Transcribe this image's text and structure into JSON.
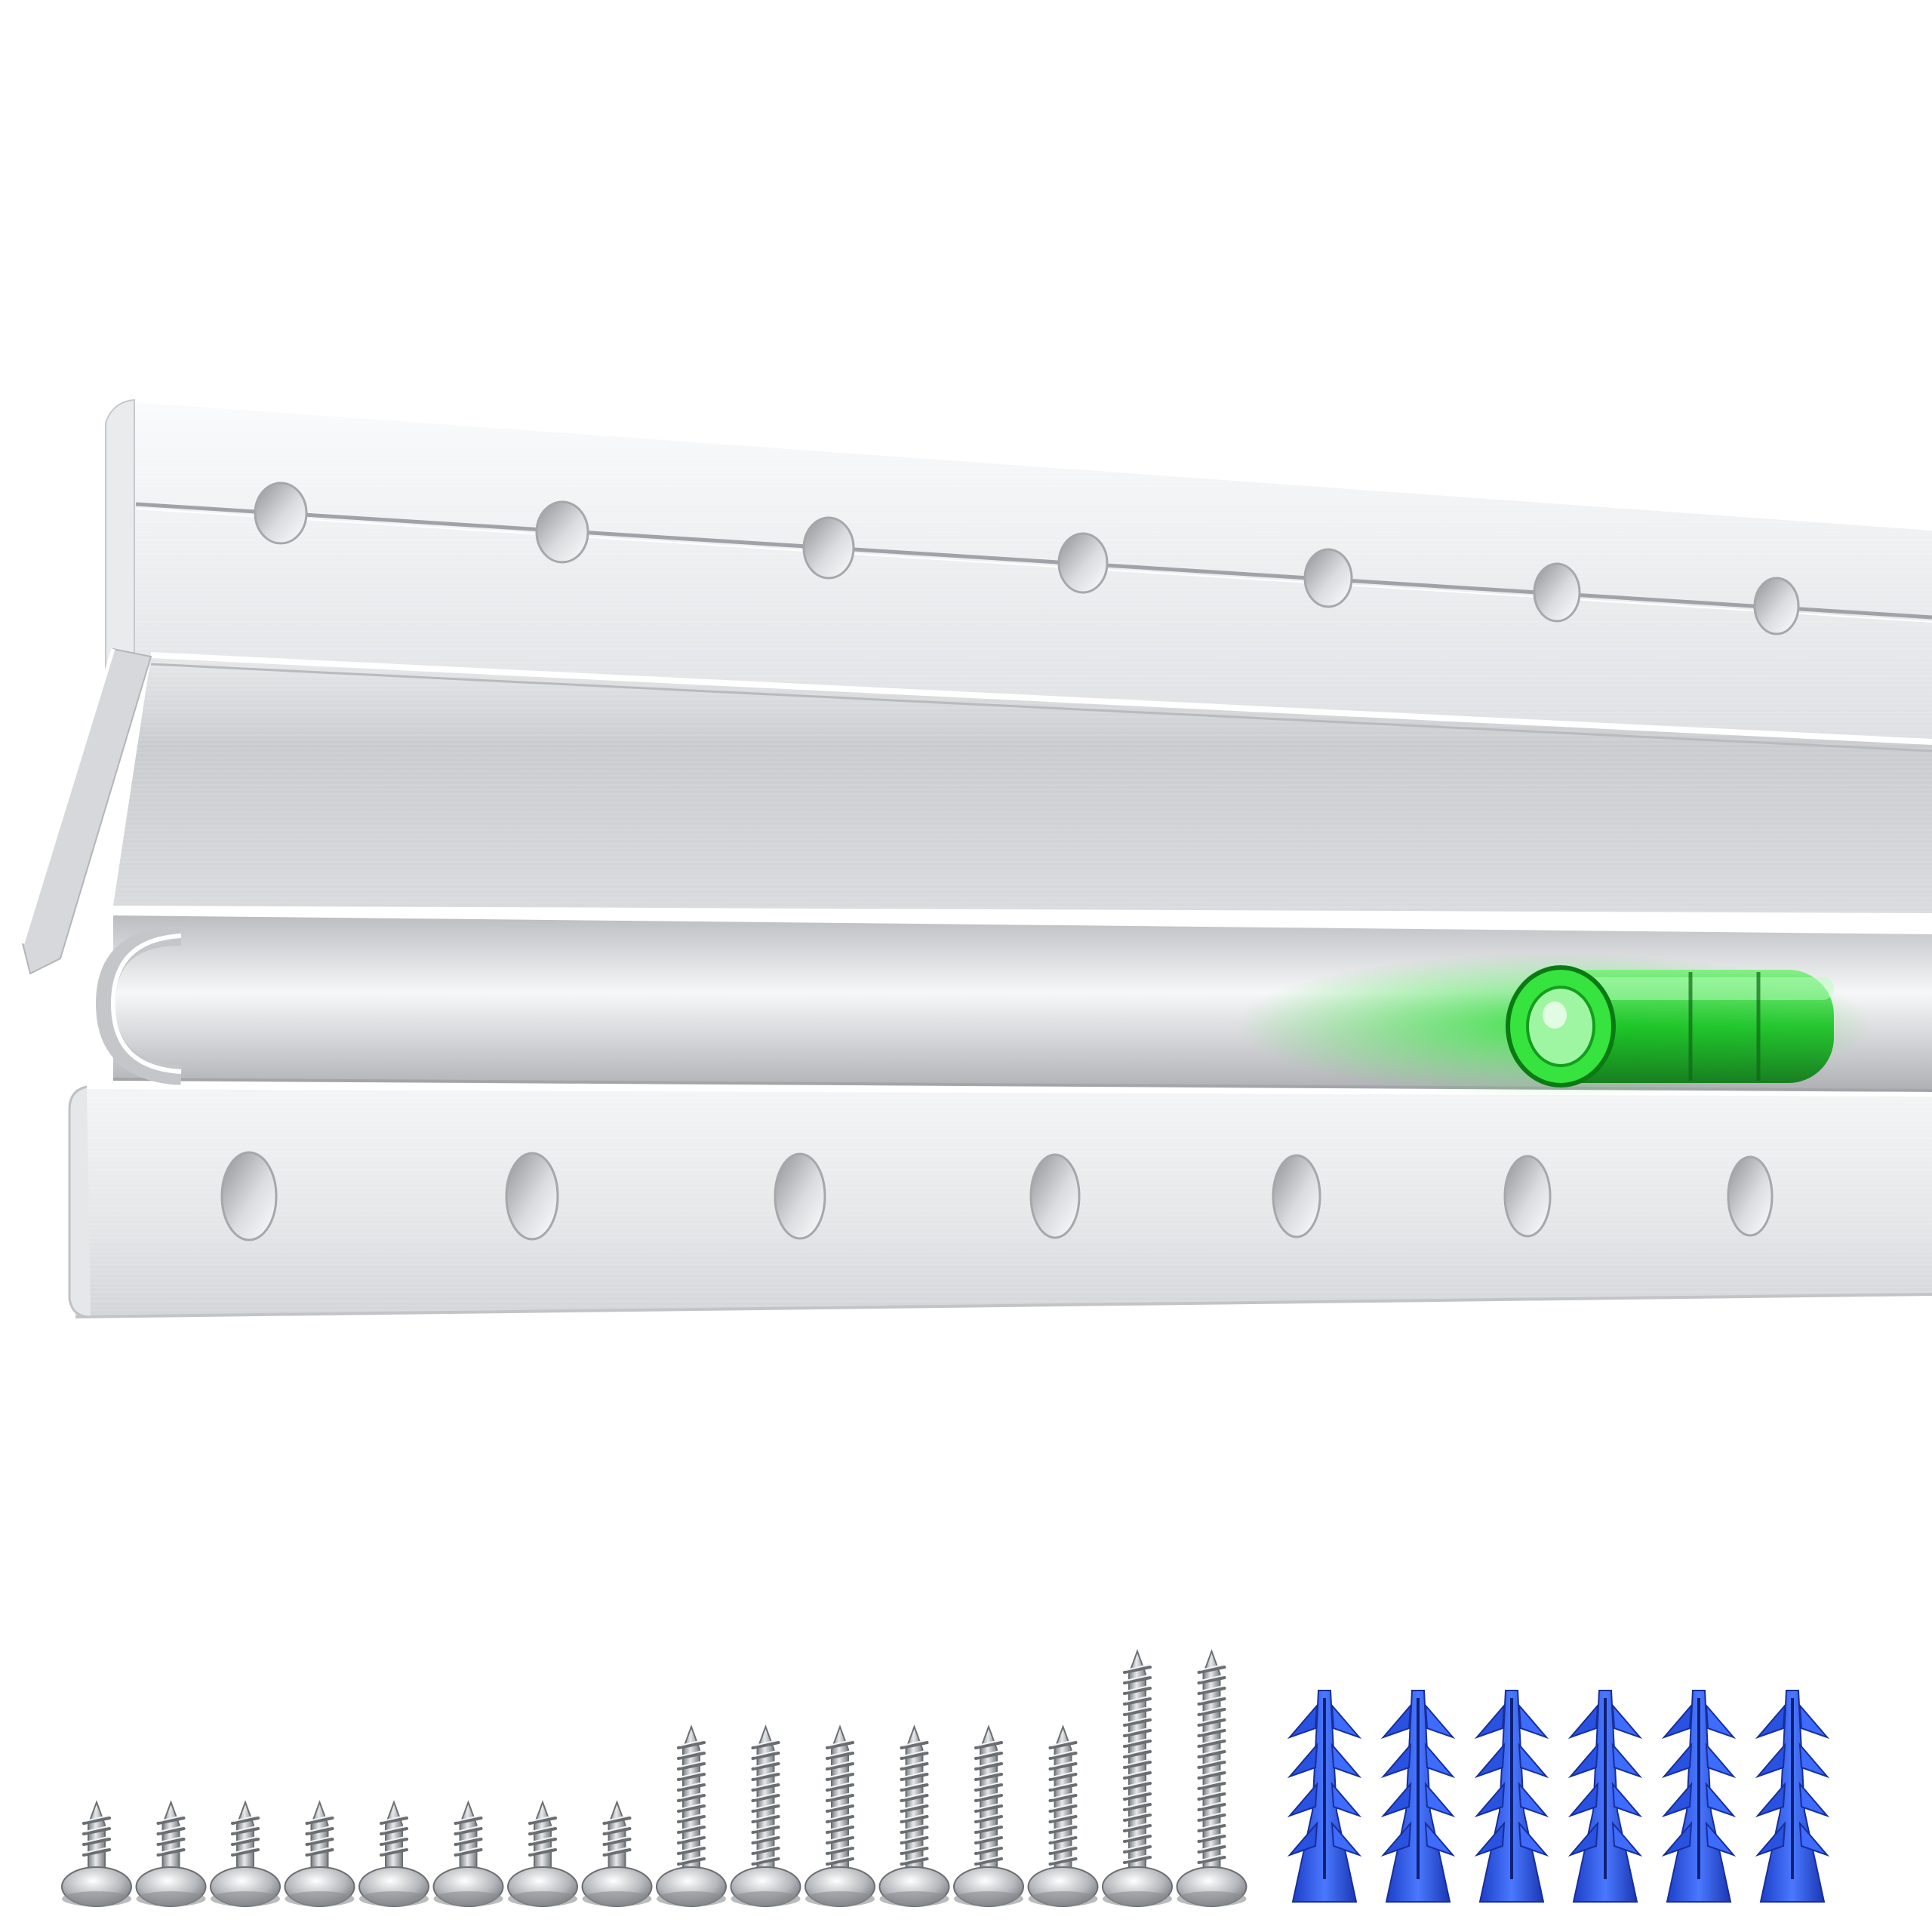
{
  "scene": {
    "background": "#ffffff",
    "subject": "aluminum-french-cleat-rail",
    "rail": {
      "color_light": "#f1f2f4",
      "color_mid": "#cfd1d4",
      "color_dark": "#9a9ca0",
      "upper_hole_count": 7,
      "lower_hole_count": 7,
      "has_bubble_level": true,
      "bubble_level_color": "#1ecb2a"
    },
    "hardware": {
      "short_screws": 8,
      "medium_screws": 6,
      "long_screws": 2,
      "wall_anchors": 6,
      "screw_color": "#b9bcc0",
      "anchor_color": "#2f5be8"
    }
  }
}
